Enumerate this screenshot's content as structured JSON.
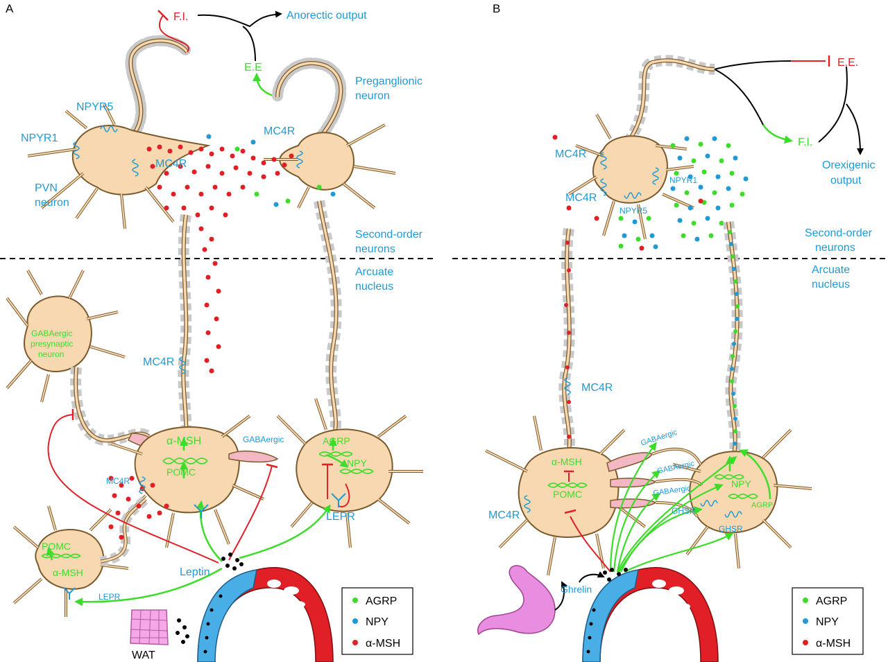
{
  "colors": {
    "agrp": "#3ddc2a",
    "npy": "#1f9ad6",
    "msh": "#e01f26",
    "neuron_fill": "#f7d8b0",
    "neuron_stroke": "#7a5a2a",
    "myelin": "#c9c9c9"
  },
  "panel_a": {
    "letter": "A",
    "fi": "F.I.",
    "anorectic_output": "Anorectic output",
    "ee": "E.E",
    "preganglionic_line1": "Preganglionic",
    "preganglionic_line2": "neuron",
    "npyr5": "NPYR5",
    "npyr1": "NPYR1",
    "pvn_line1": "PVN",
    "pvn_line2": "neuron",
    "mc4r_pvn": "MC4R",
    "mc4r_preg": "MC4R",
    "second_order_line1": "Second-order",
    "second_order_line2": "neurons",
    "arcuate_line1": "Arcuate",
    "arcuate_line2": "nucleus",
    "gaba_line1": "GABAergic",
    "gaba_line2": "presynaptic",
    "gaba_line3": "neuron",
    "mc4r_axon": "MC4R",
    "alpha_msh": "α-MSH",
    "pomc": "POMC",
    "gabaergic": "GABAergic",
    "agrp": "AGRP",
    "npy": "NPY",
    "lepr_right": "LEPR",
    "mc4r_small": "MC4R",
    "pomc_small": "POMC",
    "alpha_msh_small": "α-MSH",
    "lepr_small": "LEPR",
    "leptin": "Leptin",
    "wat": "WAT"
  },
  "panel_b": {
    "letter": "B",
    "ee": "E.E.",
    "fi": "F.I.",
    "orexigenic_line1": "Orexigenic",
    "orexigenic_line2": "output",
    "mc4r_1": "MC4R",
    "mc4r_2": "MC4R",
    "npyr1": "NPYR1",
    "npyr5": "NPYR5",
    "second_order_line1": "Second-order",
    "second_order_line2": "neurons",
    "arcuate_line1": "Arcuate",
    "arcuate_line2": "nucleus",
    "mc4r_axon": "MC4R",
    "gaba1": "GABAergic",
    "gaba2": "GABAergic",
    "gaba3": "GABAergic",
    "alpha_msh": "α-MSH",
    "pomc": "POMC",
    "mc4r_cell": "MC4R",
    "npy": "NPY",
    "agrp": "AGRP",
    "ghsr1": "GHSR",
    "ghsr2": "GHSR",
    "ghrelin": "Ghrelin"
  },
  "legend": {
    "items": [
      {
        "label": "AGRP",
        "color": "#3ddc2a"
      },
      {
        "label": "NPY",
        "color": "#1f9ad6"
      },
      {
        "label": "α-MSH",
        "color": "#e01f26"
      }
    ]
  }
}
